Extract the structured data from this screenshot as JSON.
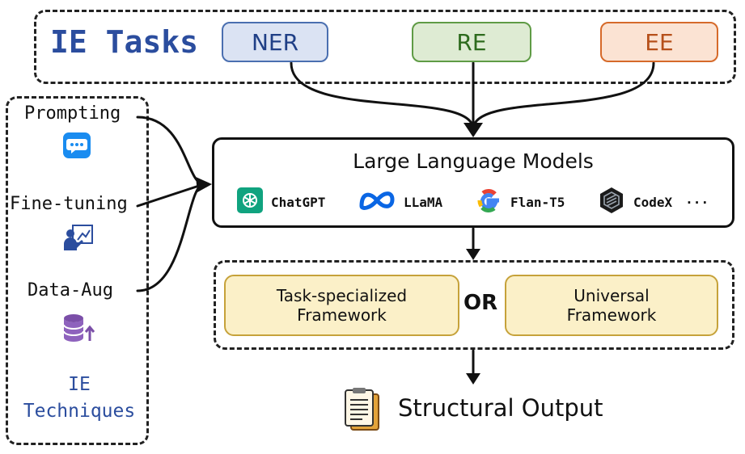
{
  "ie_tasks": {
    "title": "IE Tasks",
    "tasks": [
      "NER",
      "RE",
      "EE"
    ]
  },
  "ie_techniques": {
    "items": [
      {
        "label": "Prompting",
        "icon": "chat-bubble-icon"
      },
      {
        "label": "Fine-tuning",
        "icon": "presentation-icon"
      },
      {
        "label": "Data-Aug",
        "icon": "database-upload-icon"
      }
    ],
    "title_line1": "IE",
    "title_line2": "Techniques"
  },
  "llm": {
    "title": "Large Language Models",
    "models": [
      {
        "name": "ChatGPT",
        "icon": "openai-logo-icon"
      },
      {
        "name": "LLaMA",
        "icon": "meta-logo-icon"
      },
      {
        "name": "Flan-T5",
        "icon": "google-logo-icon"
      },
      {
        "name": "CodeX",
        "icon": "codex-logo-icon"
      }
    ],
    "more": "···"
  },
  "frameworks": {
    "task_specialized": {
      "line1": "Task-specialized",
      "line2": "Framework"
    },
    "connector": "OR",
    "universal": {
      "line1": "Universal",
      "line2": "Framework"
    }
  },
  "output": {
    "label": "Structural Output",
    "icon": "document-icon"
  },
  "colors": {
    "ner_border": "#4a6fb0",
    "ner_fill": "#dbe3f3",
    "re_border": "#5f9b45",
    "re_fill": "#deebd3",
    "ee_border": "#d66a2a",
    "ee_fill": "#fbe3d3",
    "framework_border": "#c6a23a",
    "framework_fill": "#fbf0c8",
    "title_blue": "#2b4d9e"
  }
}
